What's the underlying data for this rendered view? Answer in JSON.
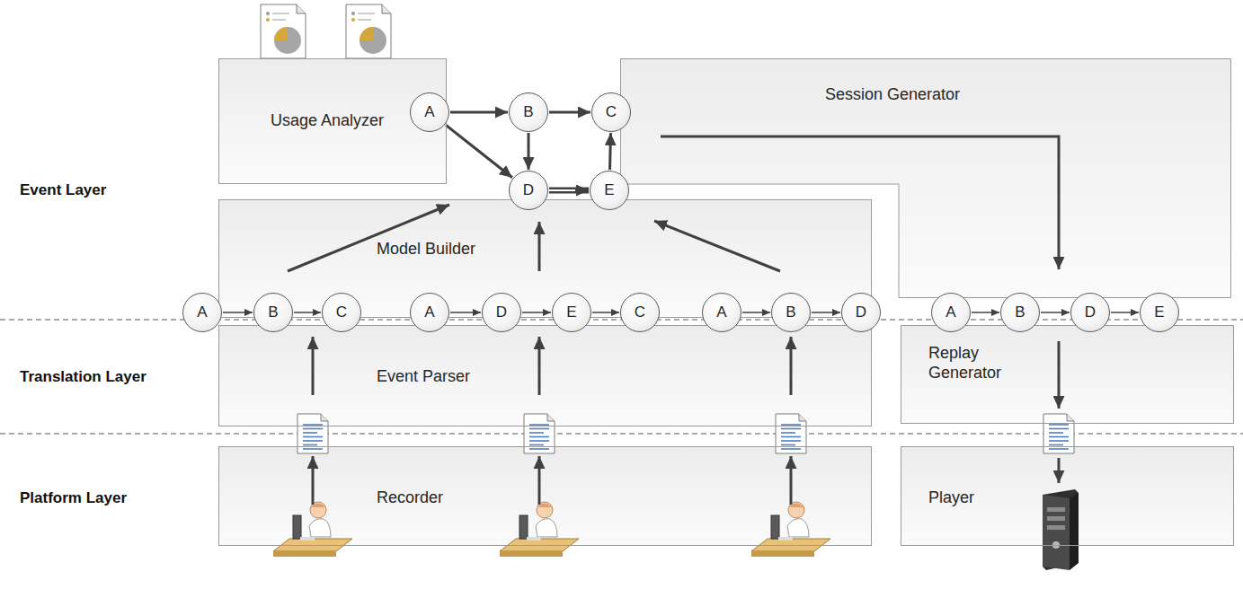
{
  "diagram": {
    "nodes": [
      {
        "text": [
          "Usage Analyzer"
        ]
      },
      {
        "text": [
          "Session Generator"
        ]
      },
      {
        "text": [
          "A"
        ]
      },
      {
        "text": [
          "B"
        ]
      },
      {
        "text": [
          "C"
        ]
      },
      {
        "text": [
          "D"
        ]
      },
      {
        "text": [
          "E"
        ]
      },
      {
        "text": [
          "Model Builder"
        ]
      },
      {
        "text": [
          "A"
        ]
      },
      {
        "text": [
          "B"
        ]
      },
      {
        "text": [
          "C"
        ]
      },
      {
        "text": [
          "A"
        ]
      },
      {
        "text": [
          "D"
        ]
      },
      {
        "text": [
          "E"
        ]
      },
      {
        "text": [
          "C"
        ]
      },
      {
        "text": [
          "A"
        ]
      },
      {
        "text": [
          "B"
        ]
      },
      {
        "text": [
          "D"
        ]
      },
      {
        "text": [
          "A"
        ]
      },
      {
        "text": [
          "B"
        ]
      },
      {
        "text": [
          "D"
        ]
      },
      {
        "text": [
          "E"
        ]
      },
      {
        "text": [
          "Event Parser"
        ]
      },
      {
        "text": [
          "Replay Generator"
        ]
      },
      {
        "text": [
          "Recorder"
        ]
      },
      {
        "text": [
          "Player"
        ]
      }
    ],
    "edges": [
      {
        "from": 2,
        "to": 3,
        "arrow": "to"
      },
      {
        "from": 3,
        "to": 4,
        "arrow": "to"
      },
      {
        "from": 2,
        "to": 5,
        "arrow": "to"
      },
      {
        "from": 3,
        "to": 5,
        "arrow": "to"
      },
      {
        "from": 5,
        "to": 6,
        "arrow": "to"
      },
      {
        "from": 6,
        "to": 4,
        "arrow": "to"
      },
      {
        "from": 8,
        "to": 9,
        "arrow": "to"
      },
      {
        "from": 9,
        "to": 10,
        "arrow": "to"
      },
      {
        "from": 11,
        "to": 12,
        "arrow": "to"
      },
      {
        "from": 12,
        "to": 13,
        "arrow": "to"
      },
      {
        "from": 13,
        "to": 14,
        "arrow": "to"
      },
      {
        "from": 15,
        "to": 16,
        "arrow": "to"
      },
      {
        "from": 16,
        "to": 17,
        "arrow": "to"
      },
      {
        "from": 18,
        "to": 19,
        "arrow": "to"
      },
      {
        "from": 19,
        "to": 20,
        "arrow": "to"
      },
      {
        "from": 20,
        "to": 21,
        "arrow": "to"
      },
      {
        "from": 7,
        "to": 5,
        "arrow": "to"
      },
      {
        "from": 7,
        "to": 5,
        "arrow": "to"
      },
      {
        "from": 7,
        "to": 6,
        "arrow": "to"
      },
      {
        "from": 22,
        "to": 9,
        "arrow": "to"
      },
      {
        "from": 22,
        "to": 13,
        "arrow": "to"
      },
      {
        "from": 22,
        "to": 16,
        "arrow": "to"
      },
      {
        "from": 1,
        "to": 19,
        "arrow": "to"
      }
    ],
    "labels": [
      "Event Layer",
      "Translation Layer",
      "Platform Layer"
    ]
  }
}
